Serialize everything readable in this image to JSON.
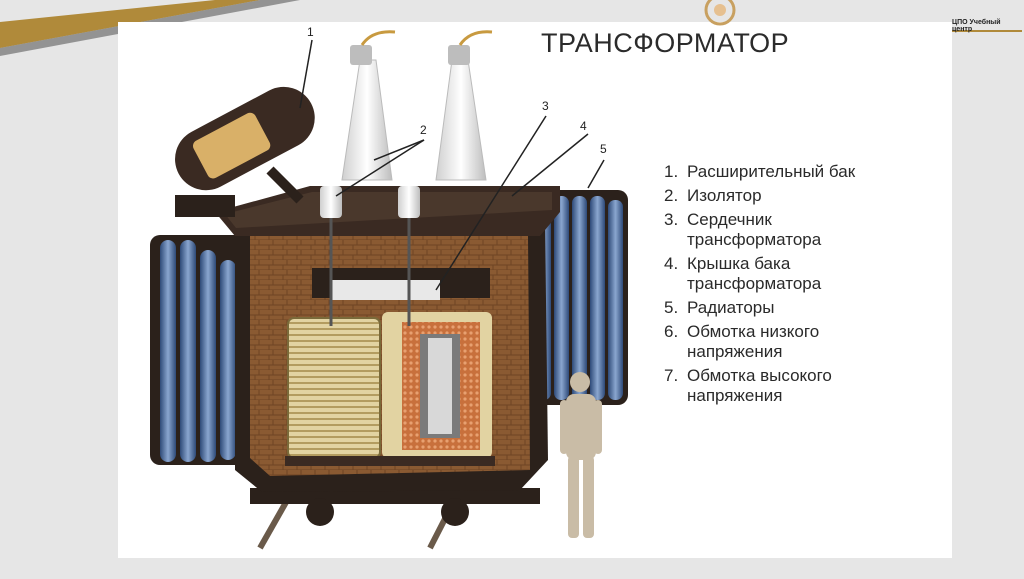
{
  "brand": {
    "text": "ЦПО Учебный центр"
  },
  "title": "ТРАНСФОРМАТОР",
  "callouts": [
    "1",
    "2",
    "3",
    "4",
    "5"
  ],
  "legend": [
    {
      "num": "1.",
      "text": "Расширительный бак"
    },
    {
      "num": "2.",
      "text": "Изолятор"
    },
    {
      "num": "3.",
      "text": "Сердечник\nтрансформатора"
    },
    {
      "num": "4.",
      "text": "Крышка бака\nтрансформатора"
    },
    {
      "num": "5.",
      "text": "Радиаторы"
    },
    {
      "num": "6.",
      "text": "Обмотка низкого\nнапряжения"
    },
    {
      "num": "7.",
      "text": "Обмотка высокого\nнапряжения"
    }
  ],
  "colors": {
    "tank": "#3a2a22",
    "oil": "#8a5a32",
    "radiator": "#4a6a9a",
    "winding_low": "#d8c89a",
    "winding_high": "#c87040",
    "insulator": "#f2f2f2",
    "accent_stripe": "#b08a3a"
  }
}
